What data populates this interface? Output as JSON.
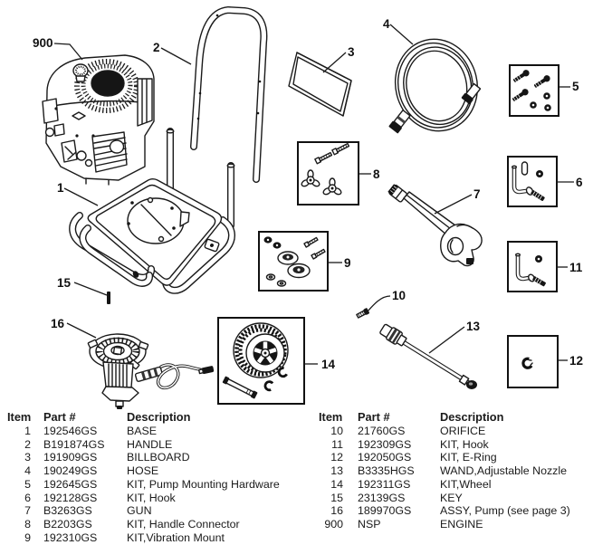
{
  "colors": {
    "ink": "#1a1a1a",
    "background": "#ffffff"
  },
  "diagram": {
    "callouts": {
      "c900": {
        "label": "900"
      },
      "c1": {
        "label": "1"
      },
      "c2": {
        "label": "2"
      },
      "c3": {
        "label": "3"
      },
      "c4": {
        "label": "4"
      },
      "c5": {
        "label": "5"
      },
      "c6": {
        "label": "6"
      },
      "c7": {
        "label": "7"
      },
      "c8": {
        "label": "8"
      },
      "c9": {
        "label": "9"
      },
      "c10": {
        "label": "10"
      },
      "c11": {
        "label": "11"
      },
      "c12": {
        "label": "12"
      },
      "c13": {
        "label": "13"
      },
      "c14": {
        "label": "14"
      },
      "c15": {
        "label": "15"
      },
      "c16": {
        "label": "16"
      }
    }
  },
  "tables": {
    "headers": {
      "item": "Item",
      "part": "Part #",
      "description": "Description"
    },
    "left": {
      "rows": [
        {
          "item": "1",
          "part": "192546GS",
          "description": "BASE"
        },
        {
          "item": "2",
          "part": "B191874GS",
          "description": "HANDLE"
        },
        {
          "item": "3",
          "part": "191909GS",
          "description": "BILLBOARD"
        },
        {
          "item": "4",
          "part": "190249GS",
          "description": "HOSE"
        },
        {
          "item": "5",
          "part": "192645GS",
          "description": "KIT, Pump Mounting Hardware"
        },
        {
          "item": "6",
          "part": "192128GS",
          "description": "KIT, Hook"
        },
        {
          "item": "7",
          "part": "B3263GS",
          "description": "GUN"
        },
        {
          "item": "8",
          "part": "B2203GS",
          "description": "KIT, Handle Connector"
        },
        {
          "item": "9",
          "part": "192310GS",
          "description": "KIT,Vibration Mount"
        }
      ]
    },
    "right": {
      "rows": [
        {
          "item": "10",
          "part": "21760GS",
          "description": "ORIFICE"
        },
        {
          "item": "11",
          "part": "192309GS",
          "description": "KIT, Hook"
        },
        {
          "item": "12",
          "part": "192050GS",
          "description": "KIT, E-Ring"
        },
        {
          "item": "13",
          "part": "B3335HGS",
          "description": "WAND,Adjustable Nozzle"
        },
        {
          "item": "14",
          "part": "192311GS",
          "description": "KIT,Wheel"
        },
        {
          "item": "15",
          "part": "23139GS",
          "description": "KEY"
        },
        {
          "item": "16",
          "part": "189970GS",
          "description": "ASSY, Pump (see page 3)"
        },
        {
          "item": "900",
          "part": "NSP",
          "description": "ENGINE"
        }
      ]
    }
  }
}
